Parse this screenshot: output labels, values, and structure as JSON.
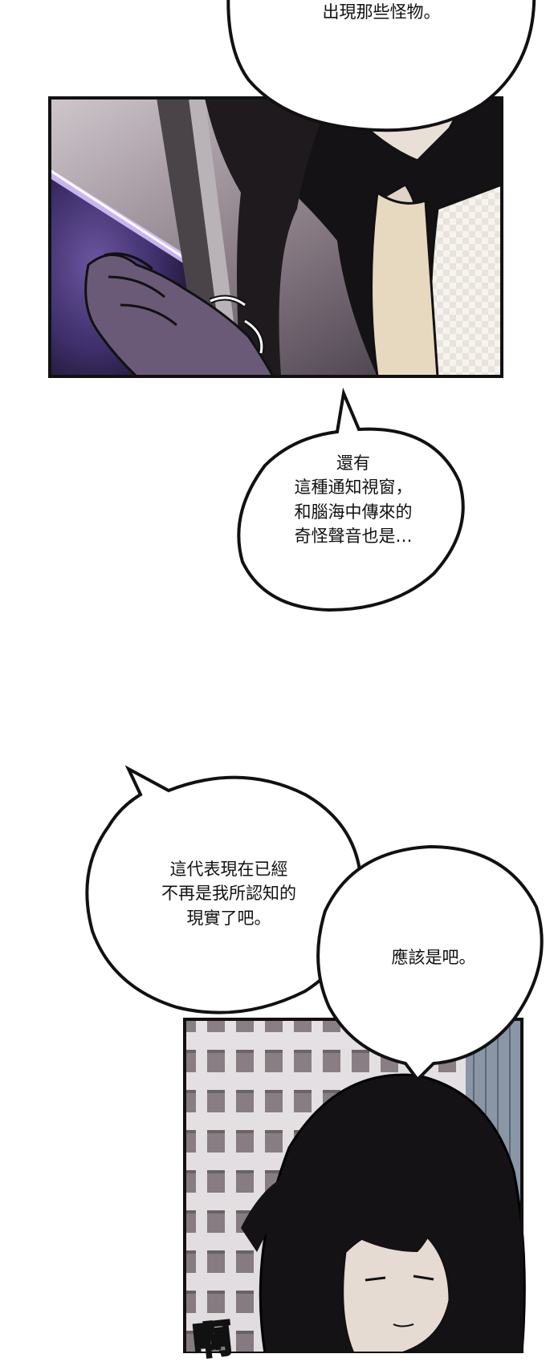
{
  "bubbles": {
    "top": {
      "lines": [
        "出現那些怪物。"
      ]
    },
    "window": {
      "lines": [
        "還有",
        "這種通知視窗，",
        "和腦海中傳來的",
        "奇怪聲音也是…"
      ]
    },
    "reality": {
      "lines": [
        "這代表現在已經",
        "不再是我所認知的",
        "現實了吧。"
      ]
    },
    "reply": {
      "lines": [
        "應該是吧。"
      ]
    }
  },
  "sfx": {
    "sound": "啊"
  },
  "colors": {
    "ink": "#111111",
    "paper": "#ffffff",
    "glow": "#b98cff",
    "skin": "#e9dccd",
    "hair": "#141414",
    "building": "#e2dde0"
  }
}
